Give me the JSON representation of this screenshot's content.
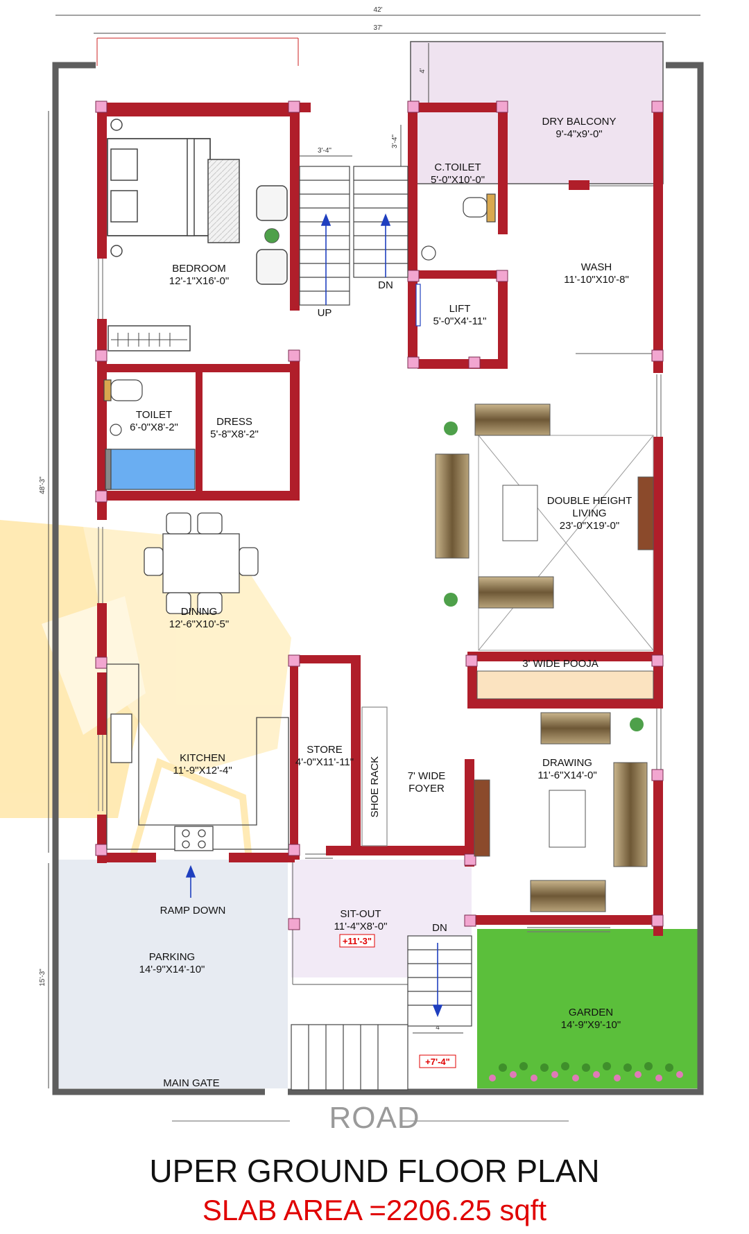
{
  "dimensions": {
    "overall_width": "42'",
    "inner_width": "37'",
    "left_upper": "48'-3\"",
    "left_lower": "15'-3\"",
    "balcony_depth": "4'",
    "stair_width": "3'-4\"",
    "stair_landing": "3'-4\"",
    "front_stair_width": "4'",
    "front_stair_depth": "4'"
  },
  "rooms": {
    "bedroom": {
      "name": "BEDROOM",
      "size": "12'-1\"X16'-0\""
    },
    "c_toilet": {
      "name": "C.TOILET",
      "size": "5'-0\"X10'-0\""
    },
    "dry_balcony": {
      "name": "DRY BALCONY",
      "size": "9'-4\"x9'-0\""
    },
    "wash": {
      "name": "WASH",
      "size": "11'-10\"X10'-8\""
    },
    "lift": {
      "name": "LIFT",
      "size": "5'-0\"X4'-11\""
    },
    "toilet": {
      "name": "TOILET",
      "size": "6'-0\"X8'-2\""
    },
    "dress": {
      "name": "DRESS",
      "size": "5'-8\"X8'-2\""
    },
    "living_l1": "DOUBLE HEIGHT",
    "living_l2": "LIVING",
    "living_size": "23'-0\"X19'-0\"",
    "dining": {
      "name": "DINING",
      "size": "12'-6\"X10'-5\""
    },
    "pooja": "3' WIDE POOJA",
    "kitchen": {
      "name": "KITCHEN",
      "size": "11'-9\"X12'-4\""
    },
    "store": {
      "name": "STORE",
      "size": "4'-0\"X11'-11\""
    },
    "shoe_rack": "SHOE RACK",
    "foyer_l1": "7' WIDE",
    "foyer_l2": "FOYER",
    "drawing": {
      "name": "DRAWING",
      "size": "11'-6\"X14'-0\""
    },
    "sitout": {
      "name": "SIT-OUT",
      "size": "11'-4\"X8'-0\""
    },
    "parking": {
      "name": "PARKING",
      "size": "14'-9\"X14'-10\""
    },
    "garden": {
      "name": "GARDEN",
      "size": "14'-9\"X9'-10\""
    }
  },
  "stair": {
    "up": "UP",
    "dn": "DN",
    "front_dn": "DN"
  },
  "ramp": "RAMP DOWN",
  "main_gate": "MAIN GATE",
  "levels": {
    "sitout": "+11'-3\"",
    "entry": "+7'-4\""
  },
  "road": "ROAD",
  "title": "UPER GROUND FLOOR PLAN",
  "slab_area": "SLAB AREA =2206.25 sqft",
  "colors": {
    "wall": "#b01e2a",
    "column": "#f2a6d0",
    "outer_wall": "#5e5e5e",
    "garden": "#5bbf3b",
    "parking": "#e7ebf2",
    "balcony": "#efe3f0",
    "sitout": "#f2eaf6",
    "pooja": "#fbe3c0",
    "watermark": "#ffd978"
  }
}
